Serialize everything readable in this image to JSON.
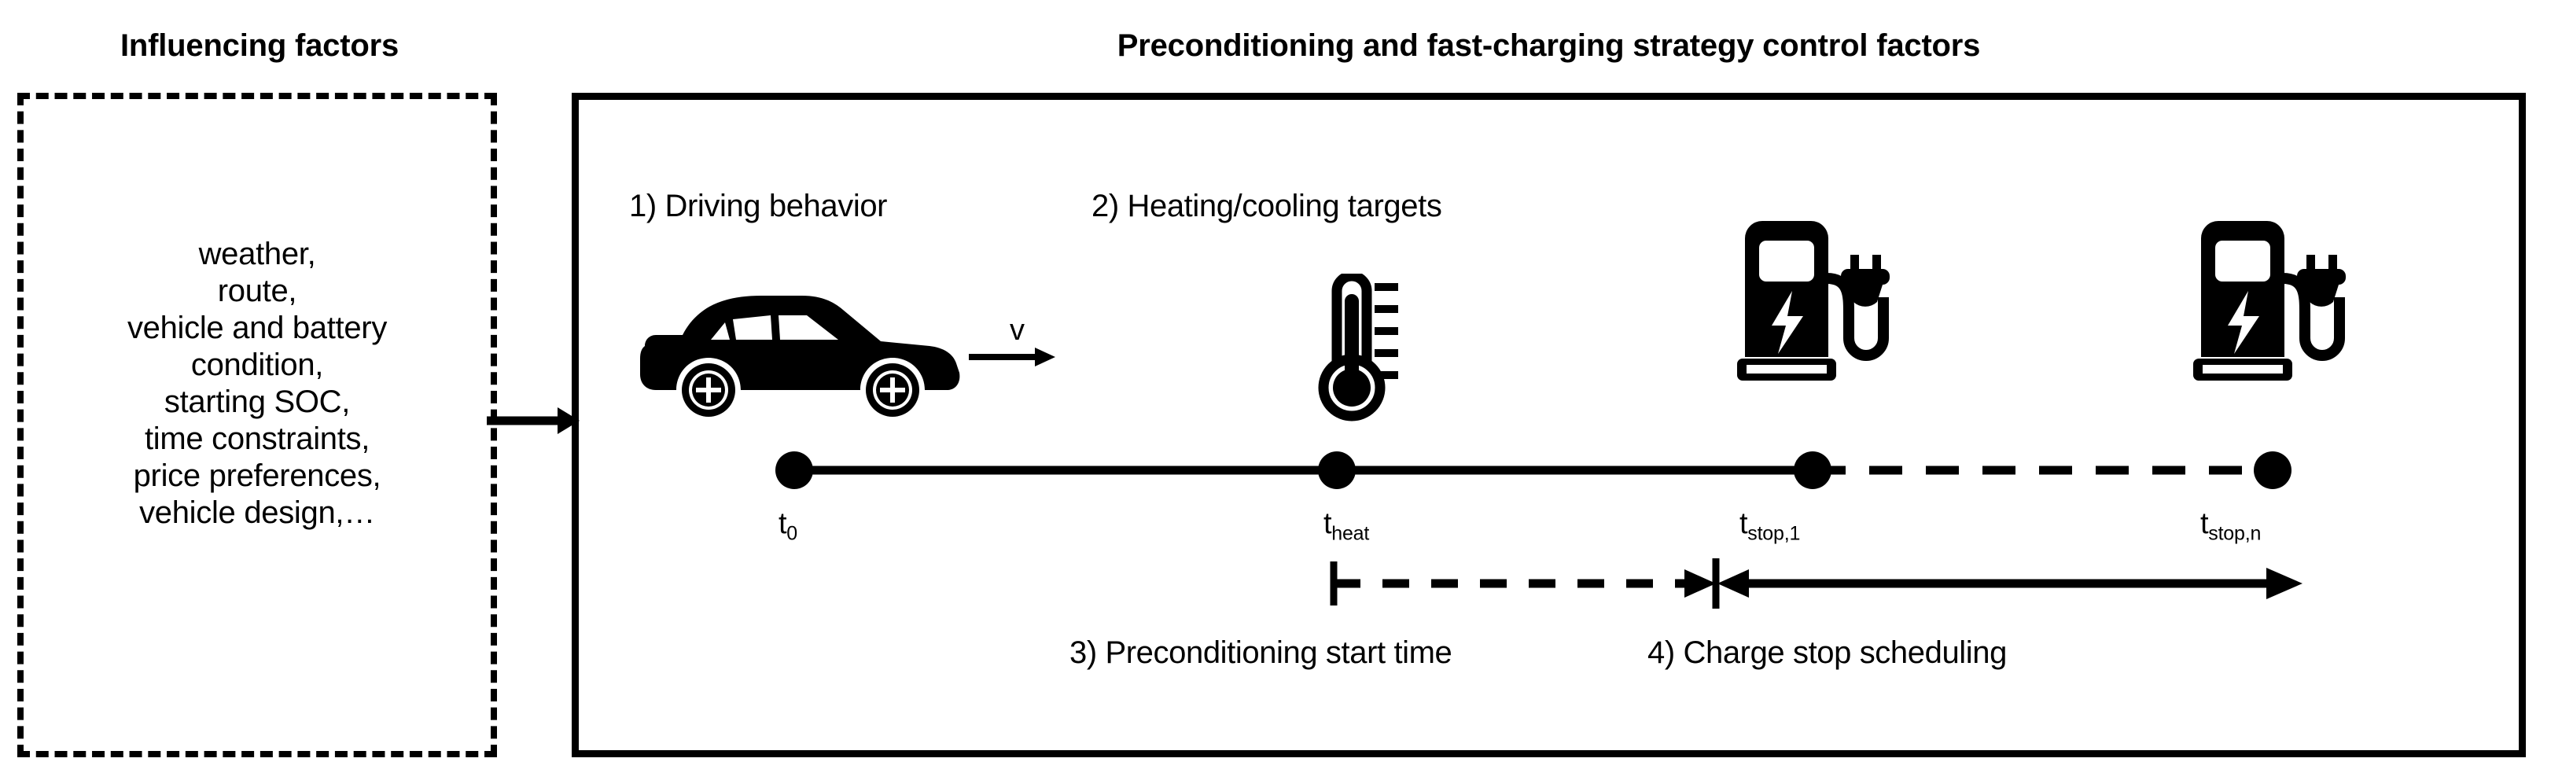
{
  "headings": {
    "left": "Influencing factors",
    "right": "Preconditioning and fast-charging strategy control factors"
  },
  "influencing_factors": {
    "items": [
      "weather,",
      "route,",
      "vehicle and battery",
      "condition,",
      "starting SOC,",
      "time constraints,",
      "price preferences,",
      "vehicle design,…"
    ]
  },
  "control_factors": {
    "captions": [
      {
        "id": "driving",
        "label": "1) Driving behavior"
      },
      {
        "id": "heating",
        "label": "2) Heating/cooling targets"
      },
      {
        "id": "precond",
        "label": "3) Preconditioning start time"
      },
      {
        "id": "charge",
        "label": "4) Charge stop scheduling"
      }
    ]
  },
  "timeline": {
    "points": [
      {
        "id": "t0",
        "base": "t",
        "sub": "0"
      },
      {
        "id": "theat",
        "base": "t",
        "sub": "heat"
      },
      {
        "id": "tstop1",
        "base": "t",
        "sub": "stop,1"
      },
      {
        "id": "tstopn",
        "base": "t",
        "sub": "stop,n"
      }
    ]
  },
  "annotations": {
    "speed_symbol": "v"
  },
  "icons": {
    "car": "car-icon",
    "thermometer": "thermometer-icon",
    "charging_station_1": "charging-station-icon",
    "charging_station_2": "charging-station-icon",
    "connector_arrow": "arrow-right-icon",
    "speed_arrow": "arrow-right-icon"
  },
  "colors": {
    "stroke": "#000000",
    "background": "#ffffff"
  }
}
